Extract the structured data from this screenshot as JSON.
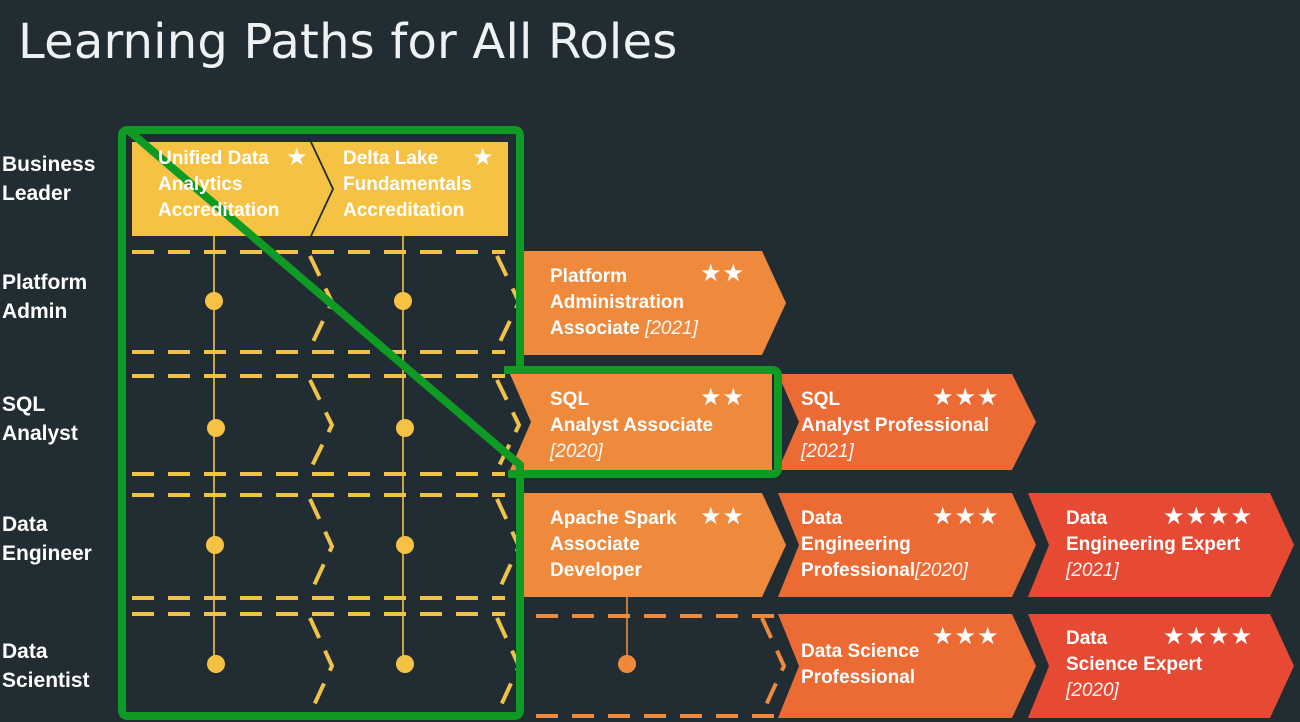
{
  "title": "Learning Paths for All Roles",
  "roles": [
    "Business Leader",
    "Platform Admin",
    "SQL Analyst",
    "Data Engineer",
    "Data Scientist"
  ],
  "roles_lines": [
    [
      "Business",
      "Leader"
    ],
    [
      "Platform",
      "Admin"
    ],
    [
      "SQL",
      "Analyst"
    ],
    [
      "Data",
      "Engineer"
    ],
    [
      "Data",
      "Scientist"
    ]
  ],
  "colors": {
    "background": "#212d33",
    "accreditation": "#f6c244",
    "associate": "#ef8a3c",
    "professional": "#ec6b35",
    "expert": "#e74a33",
    "highlight": "#0f9a24",
    "dash": "#f1c248",
    "dash_orange": "#ef8a3c"
  },
  "boxes": {
    "unified": {
      "lines": [
        "Unified Data",
        "Analytics",
        "Accreditation"
      ],
      "stars": "★",
      "level": "accreditation"
    },
    "delta": {
      "lines": [
        "Delta Lake",
        "Fundamentals",
        "Accreditation"
      ],
      "stars": "★",
      "level": "accreditation"
    },
    "platform_admin": {
      "lines": [
        "Platform",
        "Administration",
        "Associate"
      ],
      "year": "[2021]",
      "stars": "★★",
      "level": "associate"
    },
    "sql_associate": {
      "lines": [
        "SQL",
        "Analyst Associate"
      ],
      "year": "[2020]",
      "stars": "★★",
      "level": "associate"
    },
    "sql_professional": {
      "lines": [
        "SQL",
        "Analyst Professional"
      ],
      "year": "[2021]",
      "stars": "★★★",
      "level": "professional"
    },
    "spark_associate": {
      "lines": [
        "Apache Spark",
        "Associate",
        "Developer"
      ],
      "stars": "★★",
      "level": "associate"
    },
    "de_professional": {
      "lines": [
        "Data",
        "Engineering",
        "Professional"
      ],
      "year": "[2020]",
      "stars": "★★★",
      "level": "professional"
    },
    "de_expert": {
      "lines": [
        "Data",
        "Engineering Expert"
      ],
      "year": "[2021]",
      "stars": "★★★★",
      "level": "expert"
    },
    "ds_professional": {
      "lines": [
        "Data Science",
        "Professional"
      ],
      "stars": "★★★",
      "level": "professional"
    },
    "ds_expert": {
      "lines": [
        "Data",
        "Science Expert"
      ],
      "year": "[2020]",
      "stars": "★★★★",
      "level": "expert"
    }
  }
}
